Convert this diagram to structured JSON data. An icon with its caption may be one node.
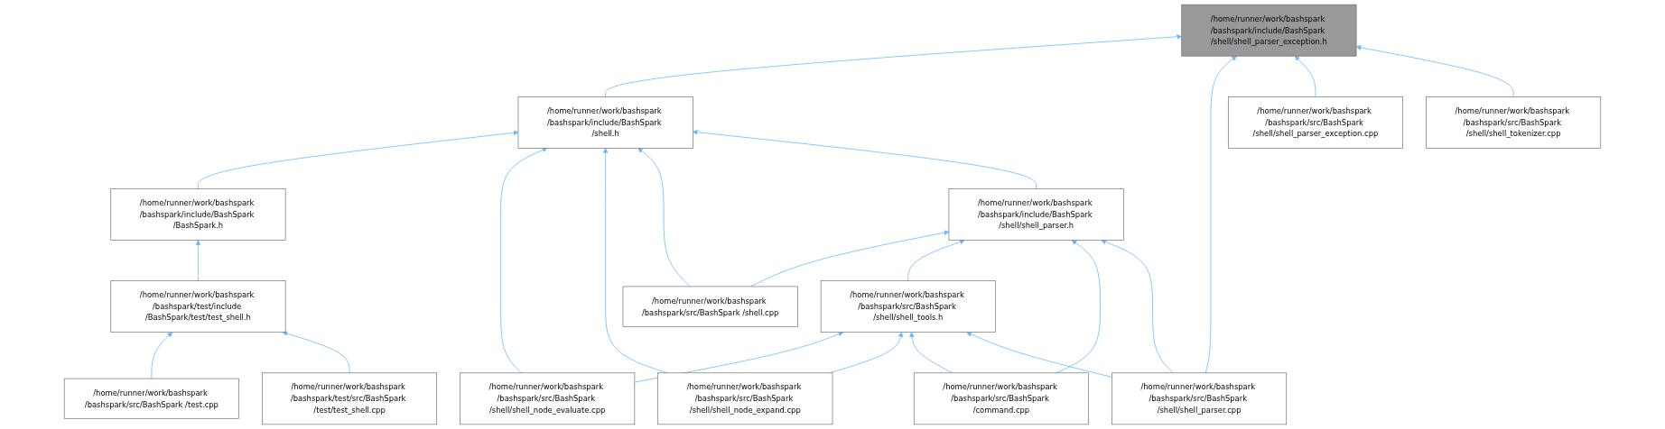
{
  "diagram": {
    "nodes": [
      {
        "text": [
          "/home/runner/work/bashspark /bashspark/include/BashSpark /shell/shell_parser_exception.h"
        ]
      },
      {
        "text": [
          "/home/runner/work/bashspark /bashspark/include/BashSpark /shell.h"
        ]
      },
      {
        "text": [
          "/home/runner/work/bashspark /bashspark/src/BashSpark /shell/shell_parser_exception.cpp"
        ]
      },
      {
        "text": [
          "/home/runner/work/bashspark /bashspark/src/BashSpark /shell/shell_tokenizer.cpp"
        ]
      },
      {
        "text": [
          "/home/runner/work/bashspark /bashspark/include/BashSpark /BashSpark.h"
        ]
      },
      {
        "text": [
          "/home/runner/work/bashspark /bashspark/include/BashSpark /shell/shell_parser.h"
        ]
      },
      {
        "text": [
          "/home/runner/work/bashspark /bashspark/test/include /BashSpark/test/test_shell.h"
        ]
      },
      {
        "text": [
          "/home/runner/work/bashspark /bashspark/src/BashSpark /shell.cpp"
        ]
      },
      {
        "text": [
          "/home/runner/work/bashspark /bashspark/src/BashSpark /shell/shell_tools.h"
        ]
      },
      {
        "text": [
          "/home/runner/work/bashspark /bashspark/src/BashSpark /test.cpp"
        ]
      },
      {
        "text": [
          "/home/runner/work/bashspark /bashspark/test/src/BashSpark /test/test_shell.cpp"
        ]
      },
      {
        "text": [
          "/home/runner/work/bashspark /bashspark/src/BashSpark /shell/shell_node_evaluate.cpp"
        ]
      },
      {
        "text": [
          "/home/runner/work/bashspark /bashspark/src/BashSpark /shell/shell_node_expand.cpp"
        ]
      },
      {
        "text": [
          "/home/runner/work/bashspark /bashspark/src/BashSpark /command.cpp"
        ]
      },
      {
        "text": [
          "/home/runner/work/bashspark /bashspark/src/BashSpark /shell/shell_parser.cpp"
        ]
      }
    ],
    "edges": [
      {
        "from": 1,
        "to": 0,
        "arrow": "to"
      },
      {
        "from": 14,
        "to": 0,
        "arrow": "to"
      },
      {
        "from": 2,
        "to": 0,
        "arrow": "to"
      },
      {
        "from": 3,
        "to": 0,
        "arrow": "to"
      },
      {
        "from": 4,
        "to": 1,
        "arrow": "to"
      },
      {
        "from": 11,
        "to": 1,
        "arrow": "to"
      },
      {
        "from": 12,
        "to": 1,
        "arrow": "to"
      },
      {
        "from": 7,
        "to": 1,
        "arrow": "to"
      },
      {
        "from": 5,
        "to": 1,
        "arrow": "to"
      },
      {
        "from": 6,
        "to": 4,
        "arrow": "to"
      },
      {
        "from": 9,
        "to": 6,
        "arrow": "to"
      },
      {
        "from": 10,
        "to": 6,
        "arrow": "to"
      },
      {
        "from": 7,
        "to": 5,
        "arrow": "to"
      },
      {
        "from": 8,
        "to": 5,
        "arrow": "to"
      },
      {
        "from": 13,
        "to": 5,
        "arrow": "to"
      },
      {
        "from": 14,
        "to": 5,
        "arrow": "to"
      },
      {
        "from": 11,
        "to": 8,
        "arrow": "to"
      },
      {
        "from": 12,
        "to": 8,
        "arrow": "to"
      },
      {
        "from": 13,
        "to": 8,
        "arrow": "to"
      },
      {
        "from": 14,
        "to": 8,
        "arrow": "to"
      }
    ]
  }
}
